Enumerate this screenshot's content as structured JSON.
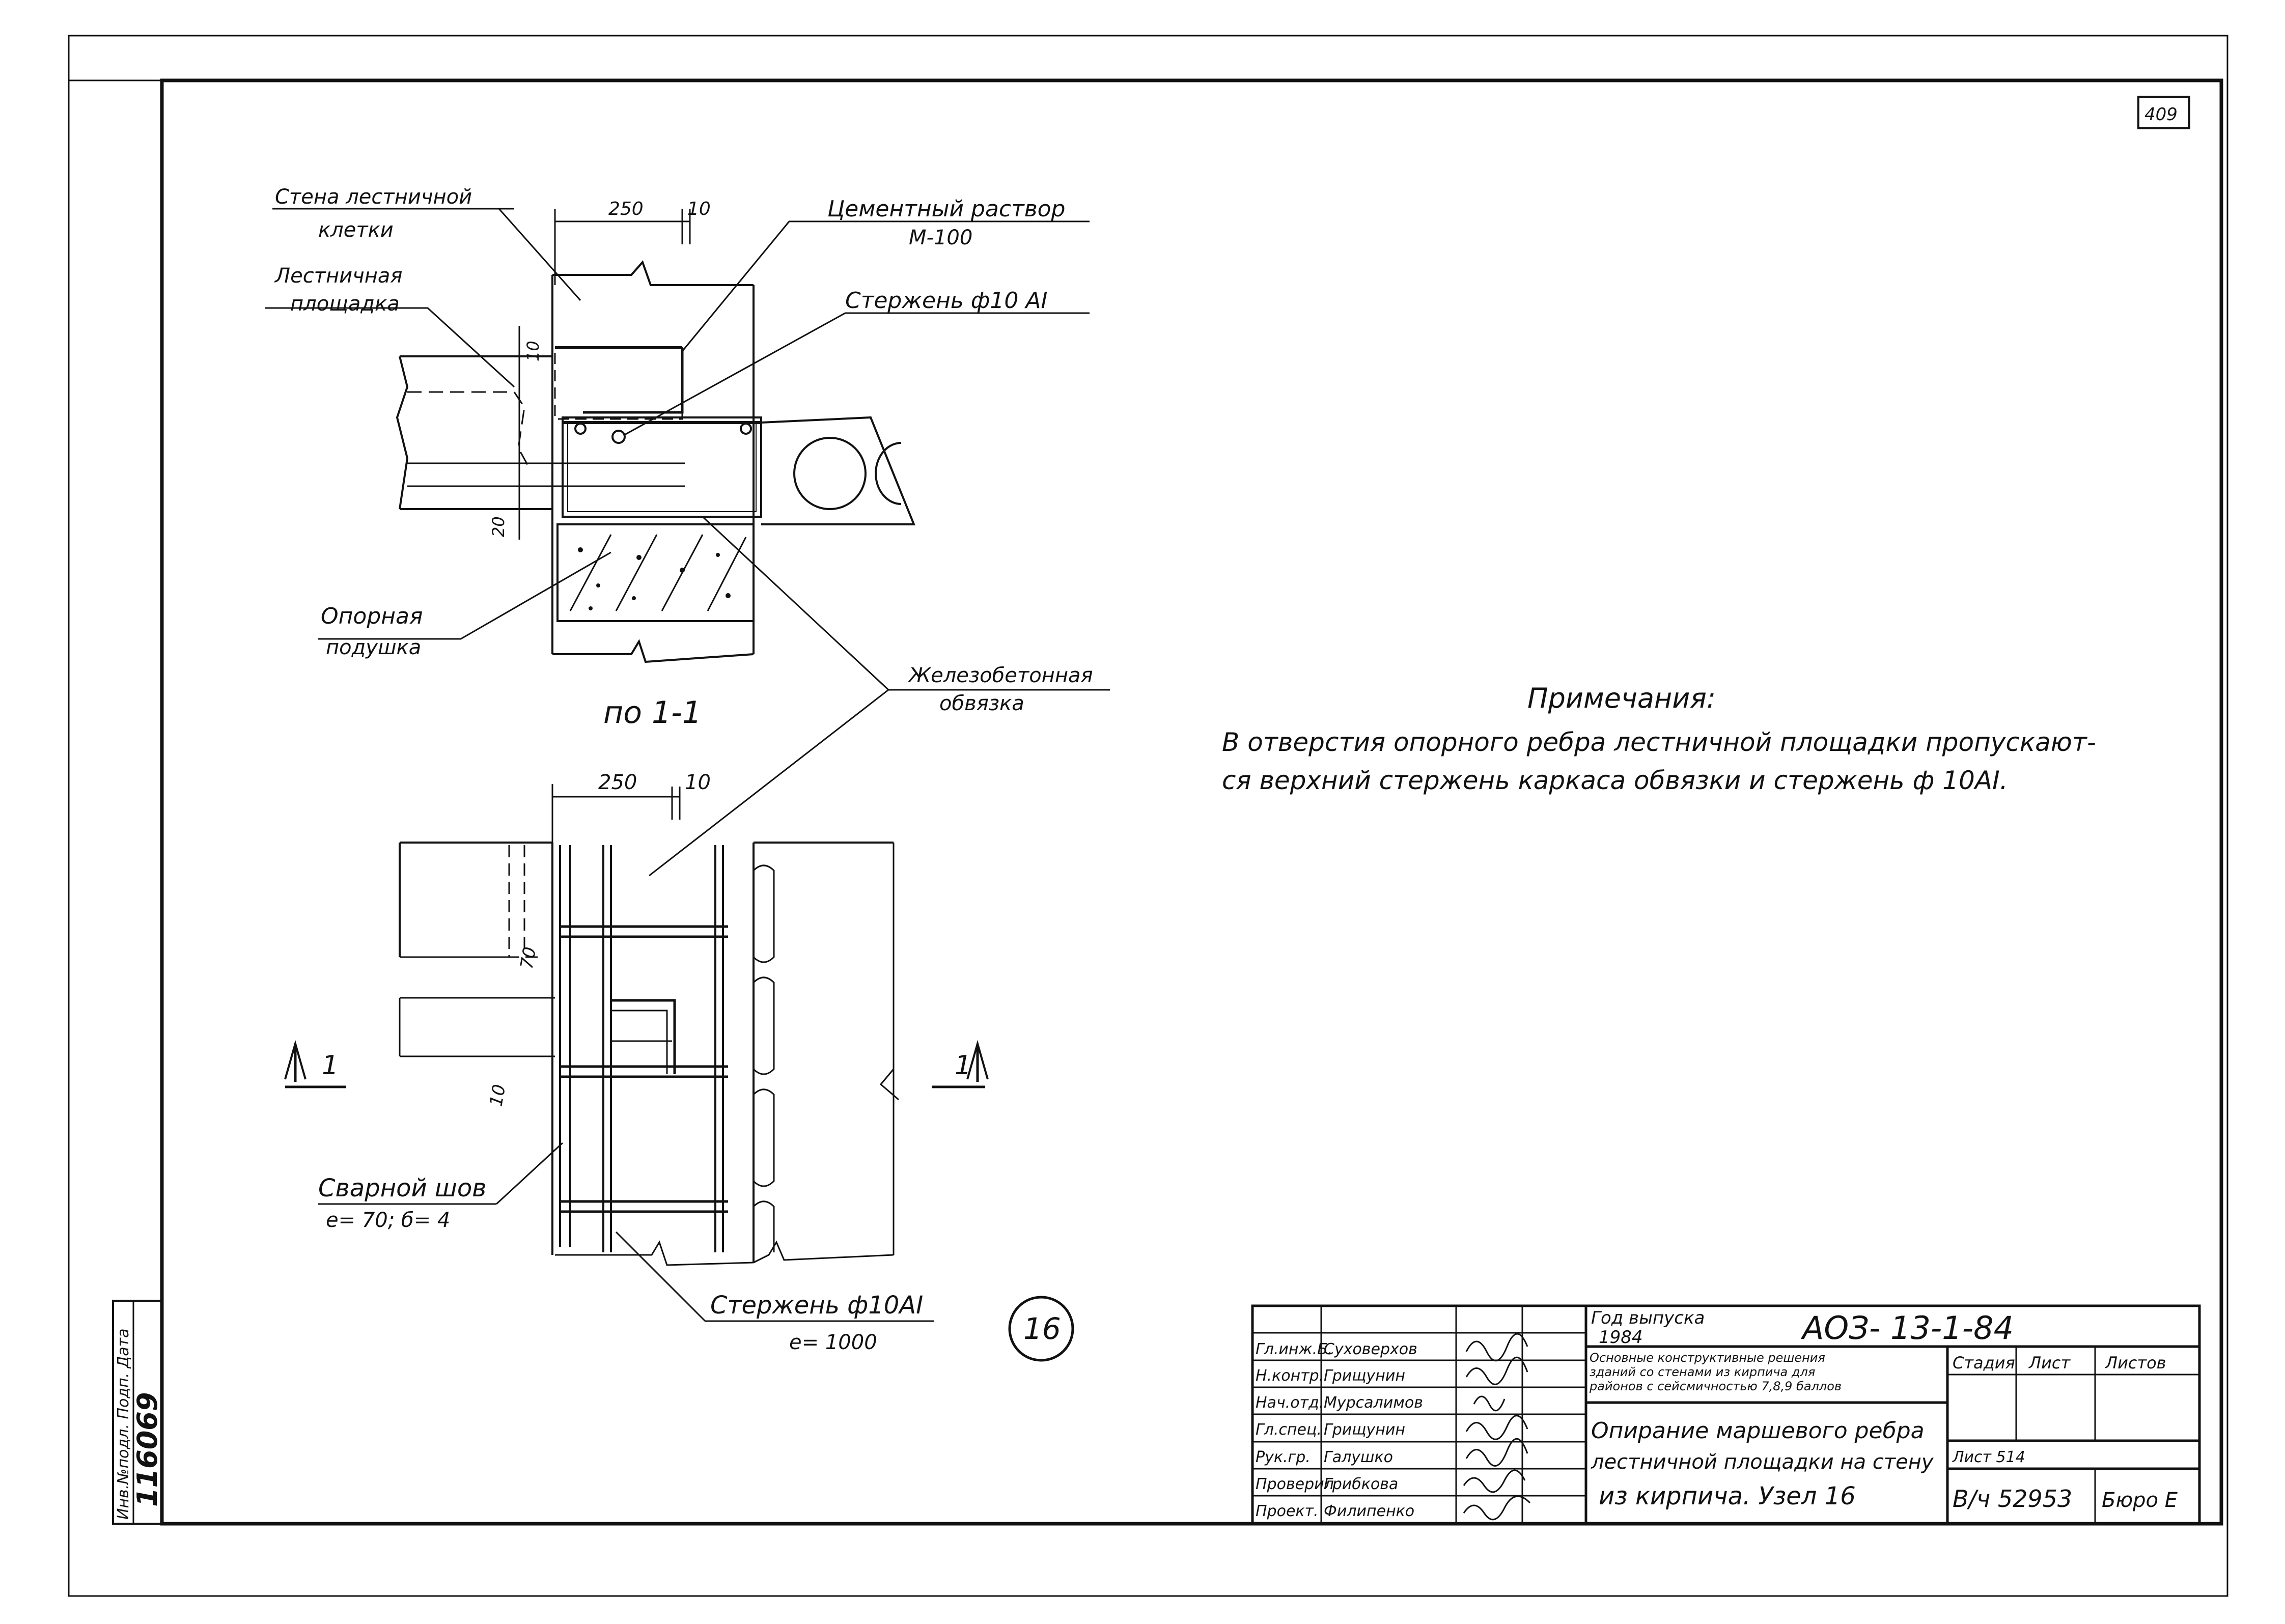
{
  "sheet_number": "409",
  "drawing": {
    "labels": {
      "stair_wall": [
        "Стена лестничной",
        "клетки"
      ],
      "landing": [
        "Лестничная",
        "площадка"
      ],
      "mortar": [
        "Цементный раствор",
        "М-100"
      ],
      "rod_top": "Стержень ф10 АI",
      "support_pad": [
        "Опорная",
        "подушка"
      ],
      "rc_belt": [
        "Железобетонная",
        "обвязка"
      ],
      "section_title": "по 1-1",
      "weld": [
        "Сварной шов",
        "e= 70; б= 4"
      ],
      "rod_bottom": [
        "Стержень ф10АI",
        "e= 1000"
      ],
      "section_mark": "1",
      "node_number": "16"
    },
    "dims": {
      "top_width": "250",
      "top_gap": "10",
      "left_10": "10",
      "left_20": "20",
      "plan_width": "250",
      "plan_gap": "10",
      "plan_70": "70",
      "plan_10": "10"
    }
  },
  "notes": {
    "title": "Примечания:",
    "line1": "В отверстия опорного ребра лестничной площадки пропускают-",
    "line2": "ся верхний стержень каркаса обвязки и стержень ф 10АI."
  },
  "stamp": {
    "inv": "116069",
    "inv_label": "Инв.№подл. Подп. Дата",
    "release_label": "Год выпуска",
    "release_year": "1984",
    "code": "АОЗ- 13-1-84",
    "series_desc": [
      "Основные конструктивные решения",
      "зданий со стенами из кирпича для",
      "районов с сейсмичностью 7,8,9 баллов"
    ],
    "title": [
      "Опирание маршевого ребра",
      "лестничной площадки на стену",
      "из кирпича. Узел 16"
    ],
    "col_stage": "Стадия",
    "col_sheet": "Лист",
    "col_sheets": "Листов",
    "sheet_code": "Лист 514",
    "order": "В/ч 52953",
    "bureau": "Бюро Е",
    "people": [
      {
        "role": "Гл.инж.Б.",
        "name": "Суховерхов"
      },
      {
        "role": "Н.контр.",
        "name": "Грищунин"
      },
      {
        "role": "Нач.отд.",
        "name": "Мурсалимов"
      },
      {
        "role": "Гл.спец.",
        "name": "Грищунин"
      },
      {
        "role": "Рук.гр.",
        "name": "Галушко"
      },
      {
        "role": "Проверил",
        "name": "Грибкова"
      },
      {
        "role": "Проект.",
        "name": "Филипенко"
      }
    ]
  }
}
